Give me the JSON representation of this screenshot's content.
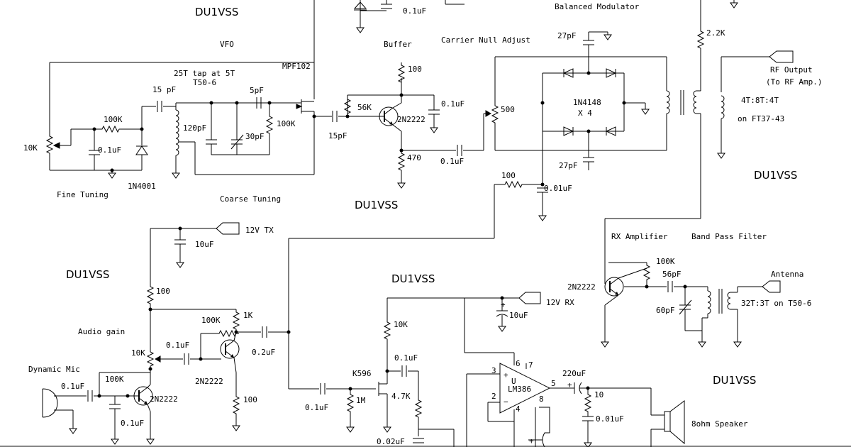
{
  "watermark": "DU1VSS",
  "sections": {
    "vfo": "VFO",
    "buffer": "Buffer",
    "balanced_modulator": "Balanced Modulator",
    "carrier_null_adjust": "Carrier Null Adjust",
    "fine_tuning": "Fine Tuning",
    "coarse_tuning": "Coarse Tuning",
    "rx_amplifier": "RX Amplifier",
    "band_pass_filter": "Band Pass Filter",
    "audio_gain": "Audio gain",
    "dynamic_mic": "Dynamic Mic",
    "speaker": "8ohm Speaker",
    "antenna": "Antenna",
    "rf_output": "RF Output",
    "rf_output_note": "(To RF Amp.)",
    "supply_tx": "12V TX",
    "supply_rx": "12V RX"
  },
  "notes": {
    "coil_vfo_1": "25T tap at 5T",
    "coil_vfo_2": "T50-6",
    "coil_out_1": "4T:8T:4T",
    "coil_out_2": "on FT37-43",
    "coil_bpf": "32T:3T on T50-6",
    "diode_count": "X 4"
  },
  "parts": {
    "c_01u": "0.1uF",
    "c_15pf_a": "15 pF",
    "c_15pf_b": "15pF",
    "c_5pf": "5pF",
    "c_120pf": "120pF",
    "c_30pf": "30pF",
    "c_27pf": "27pF",
    "c_56pf": "56pF",
    "c_60pf": "60pF",
    "c_10uf": "10uF",
    "c_220uf": "220uF",
    "c_001uf": "0.01uF",
    "c_002uf": "0.02uF",
    "c_02uf": "0.2uF",
    "r_100k": "100K",
    "r_10k": "10K",
    "r_56k": "56K",
    "r_100": "100",
    "r_470": "470",
    "r_500": "500",
    "r_2_2k": "2.2K",
    "r_1k": "1K",
    "r_1m": "1M",
    "r_4_7k": "4.7K",
    "r_10": "10",
    "q_mpf102": "MPF102",
    "q_2n2222": "2N2222",
    "q_k596": "K596",
    "d_1n4001": "1N4001",
    "d_1n4148": "1N4148",
    "ic_name": "LM386",
    "ic_u": "U",
    "pin_2": "2",
    "pin_3": "3",
    "pin_4": "4",
    "pin_5": "5",
    "pin_6": "6",
    "pin_7": "7",
    "pin_8": "8",
    "plus": "+",
    "minus": "−"
  }
}
